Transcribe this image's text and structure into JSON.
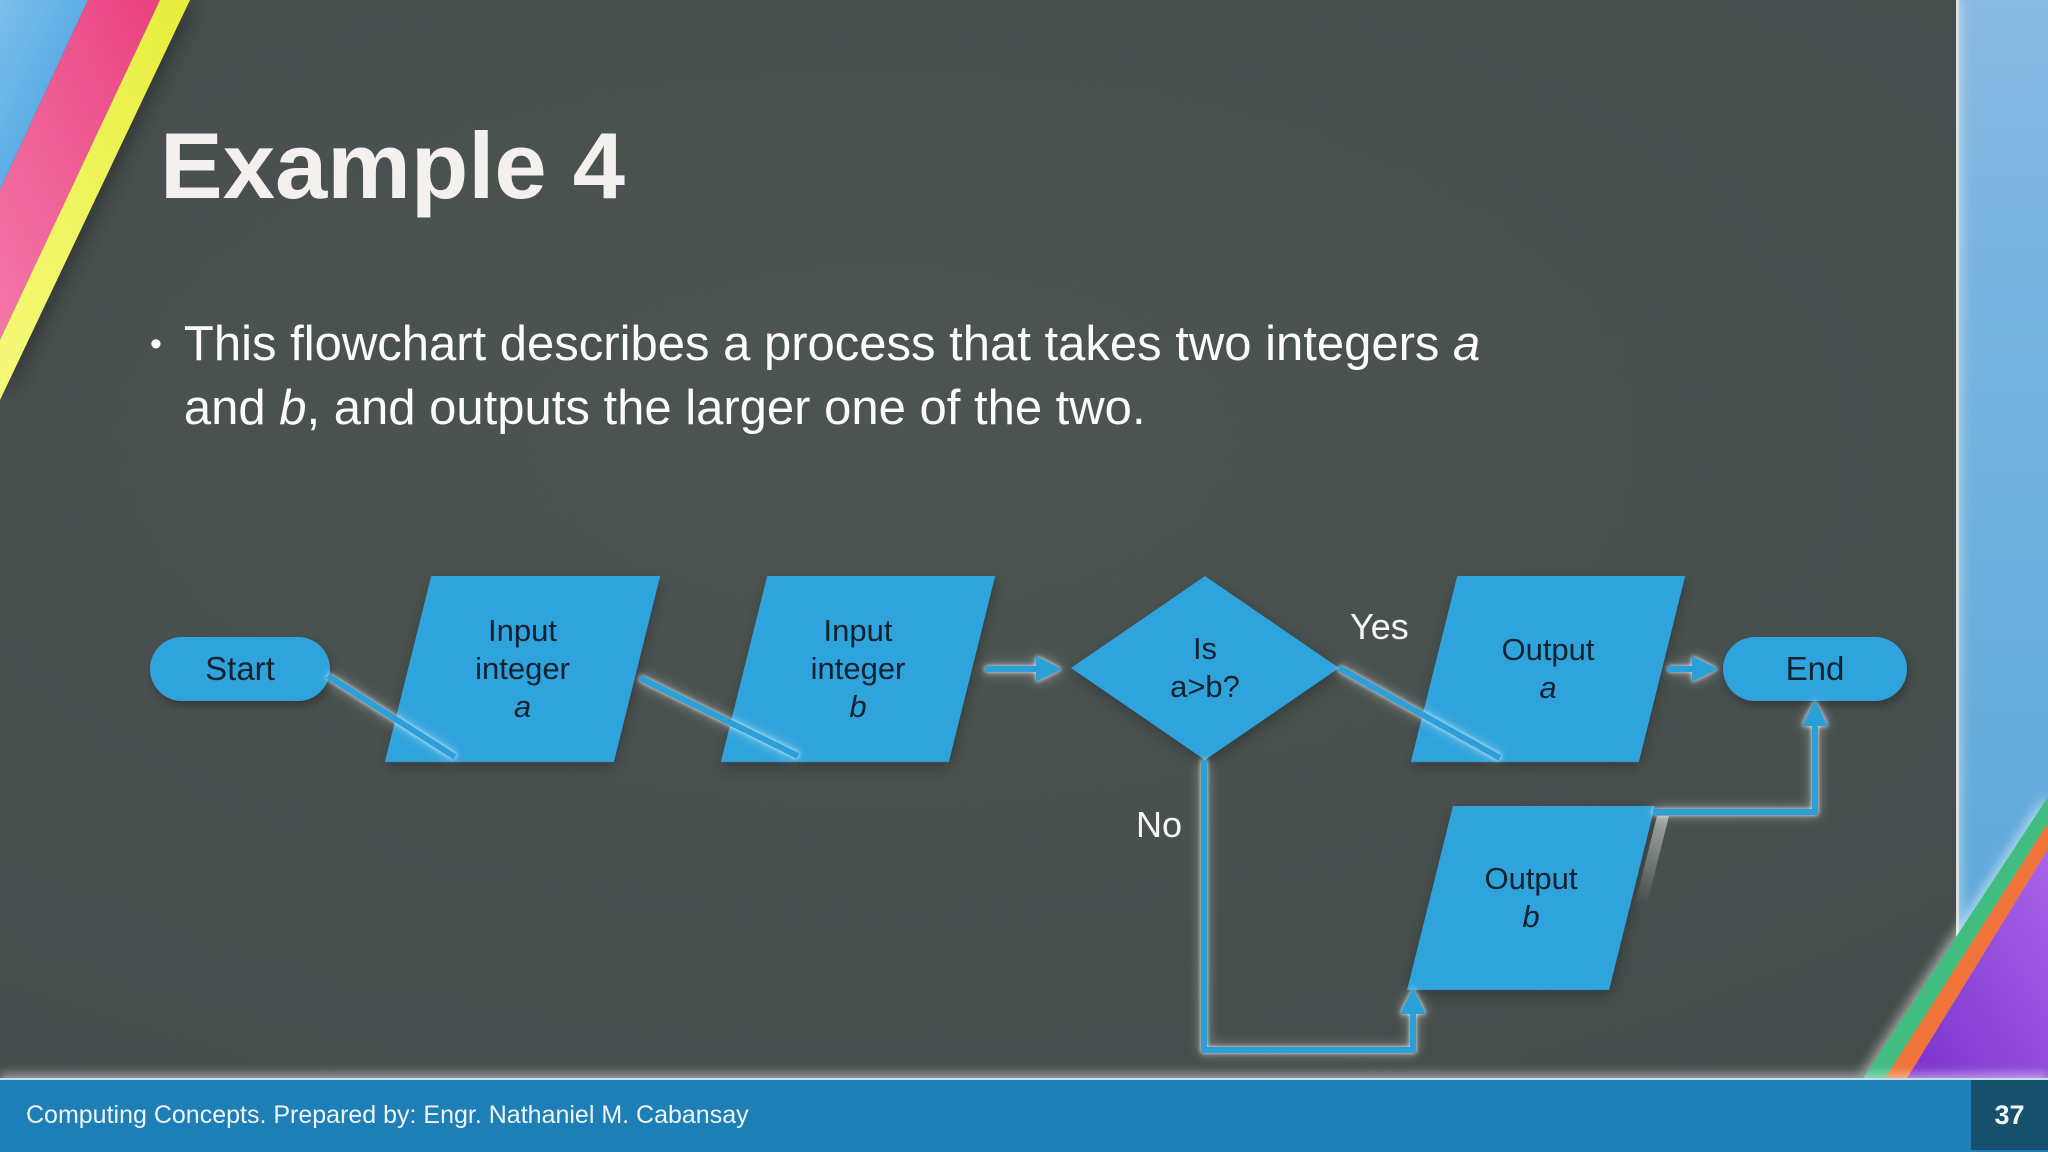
{
  "slide": {
    "title": "Example 4",
    "bullet": "•",
    "body": {
      "line1_pre": "This flowchart describes a process that takes two integers ",
      "var1": "a",
      "line2_pre": "and ",
      "var2": "b",
      "line2_post": ", and outputs the larger one of the two."
    },
    "footer": {
      "text": "Computing Concepts. Prepared by: Engr. Nathaniel M. Cabansay",
      "page_number": "37"
    }
  },
  "flowchart": {
    "nodes": [
      {
        "id": "start",
        "type": "terminator",
        "label": "Start"
      },
      {
        "id": "input-a",
        "type": "io",
        "line1": "Input",
        "line2": "integer",
        "var": "a"
      },
      {
        "id": "input-b",
        "type": "io",
        "line1": "Input",
        "line2": "integer",
        "var": "b"
      },
      {
        "id": "decision",
        "type": "decision",
        "line1": "Is",
        "line2": "a>b?"
      },
      {
        "id": "output-a",
        "type": "io",
        "line1": "Output",
        "var": "a"
      },
      {
        "id": "end",
        "type": "terminator",
        "label": "End"
      },
      {
        "id": "output-b",
        "type": "io",
        "line1": "Output",
        "var": "b"
      }
    ],
    "branch_labels": {
      "yes": "Yes",
      "no": "No"
    },
    "colors": {
      "shape_fill": "#2ea3dc",
      "connector": "#2b9fd8",
      "slide_background": "#474f4e",
      "footer_bar": "#1d7fb5",
      "page_box": "#17506c"
    }
  }
}
